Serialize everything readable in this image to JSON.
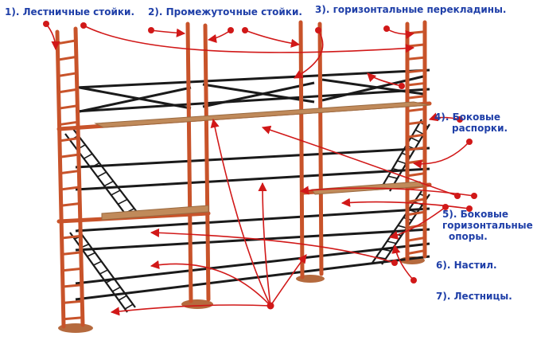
{
  "colors": {
    "standard": "#c8532a",
    "standard_dark": "#8e3a1e",
    "ledger": "#1a1a1a",
    "deck": "#c08a5a",
    "deck_dark": "#9a6a40",
    "arrow": "#d11818",
    "label": "#1f3fa8"
  },
  "labels": [
    {
      "key": "l1",
      "num": "1).",
      "text": "Лестничные стойки."
    },
    {
      "key": "l2",
      "num": "2).",
      "text": "Промежуточные стойки."
    },
    {
      "key": "l3",
      "num": "3).",
      "text": "горизонтальные перекладины."
    },
    {
      "key": "l4",
      "num": "4).",
      "text": "Боковые",
      "text2": "распорки."
    },
    {
      "key": "l5",
      "num": "5).",
      "text": "Боковые",
      "text2": "горизонтальные",
      "text3": "опоры."
    },
    {
      "key": "l6",
      "num": "6).",
      "text": "Настил."
    },
    {
      "key": "l7",
      "num": "7).",
      "text": "Лестницы."
    }
  ]
}
